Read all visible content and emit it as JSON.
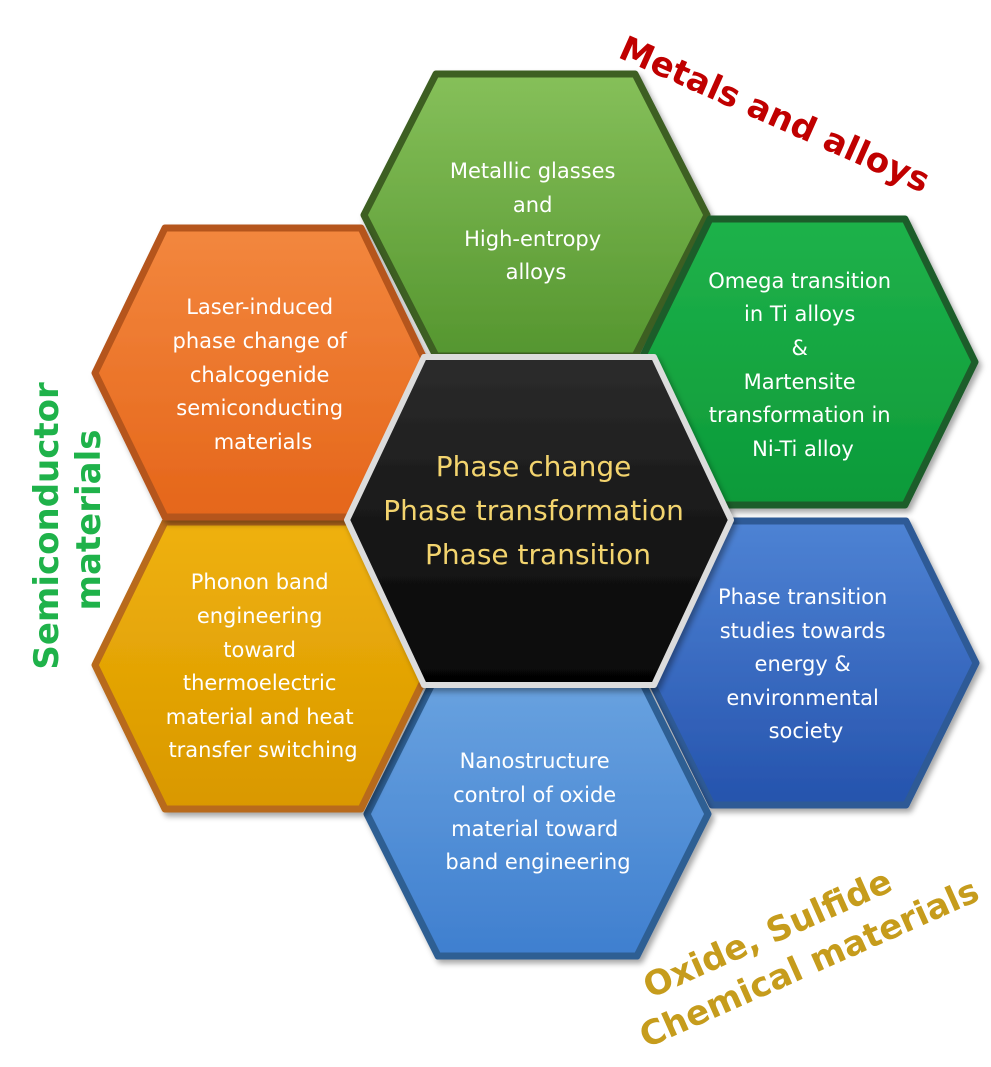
{
  "center": {
    "lines": [
      "Phase change",
      "Phase transformation",
      "Phase transition"
    ],
    "text_color": "#f3d46e"
  },
  "hexagons": [
    {
      "id": "metallic-glasses",
      "lines": [
        "Metallic glasses",
        "and",
        "High-entropy",
        "alloys"
      ],
      "fill_top": "#86c05a",
      "fill_bottom": "#55962f",
      "stroke": "#3d5f23"
    },
    {
      "id": "omega-transition",
      "lines": [
        "Omega transition",
        "in Ti alloys",
        "&",
        "Martensite",
        "transformation in",
        "Ni-Ti alloy"
      ],
      "fill_top": "#1fb24a",
      "fill_bottom": "#0c9a39",
      "stroke": "#1d5d2c"
    },
    {
      "id": "energy-environment",
      "lines": [
        "Phase transition",
        "studies towards",
        "energy &",
        "environmental",
        "society"
      ],
      "fill_top": "#4e83d4",
      "fill_bottom": "#2553ad",
      "stroke": "#2e5a96"
    },
    {
      "id": "oxide-nanostructure",
      "lines": [
        "Nanostructure",
        "control of oxide",
        "material toward",
        "band engineering"
      ],
      "fill_top": "#6aa3e0",
      "fill_bottom": "#3f7fcf",
      "stroke": "#2f5e93"
    },
    {
      "id": "phonon-band",
      "lines": [
        "Phonon band",
        "engineering",
        "toward",
        "thermoelectric",
        "material and heat",
        "transfer switching"
      ],
      "fill_top": "#efb10c",
      "fill_bottom": "#d99800",
      "stroke": "#b86a1a"
    },
    {
      "id": "laser-induced",
      "lines": [
        "Laser-induced",
        "phase change of",
        "chalcogenide",
        "semiconducting",
        "materials"
      ],
      "fill_top": "#f3873e",
      "fill_bottom": "#e5661a",
      "stroke": "#b5551b"
    }
  ],
  "categories": {
    "metals": {
      "text": "Metals and alloys",
      "color": "#c00000"
    },
    "semiconductor": {
      "lines": [
        "Semiconductor",
        "materials"
      ],
      "color": "#1fb24a"
    },
    "oxide": {
      "lines": [
        "Oxide, Sulfide",
        "Chemical materials"
      ],
      "color": "#c69c1c"
    }
  }
}
